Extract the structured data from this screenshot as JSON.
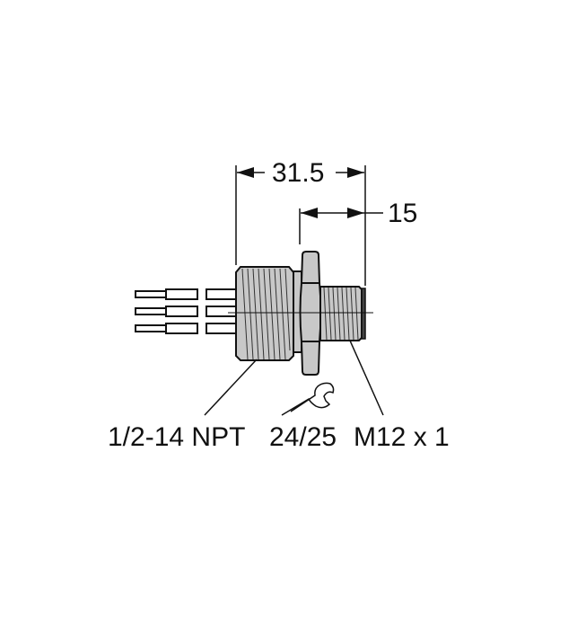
{
  "dimensions": {
    "overall_length": "31.5",
    "thread_length": "15"
  },
  "labels": {
    "body_thread": "1/2-14 NPT",
    "wrench_size": "24/25",
    "connector_thread": "M12 x 1"
  },
  "icons": {
    "wrench": "wrench-icon"
  },
  "colors": {
    "body_fill": "#c8c8c8",
    "outline": "#111111",
    "background": "#ffffff"
  }
}
